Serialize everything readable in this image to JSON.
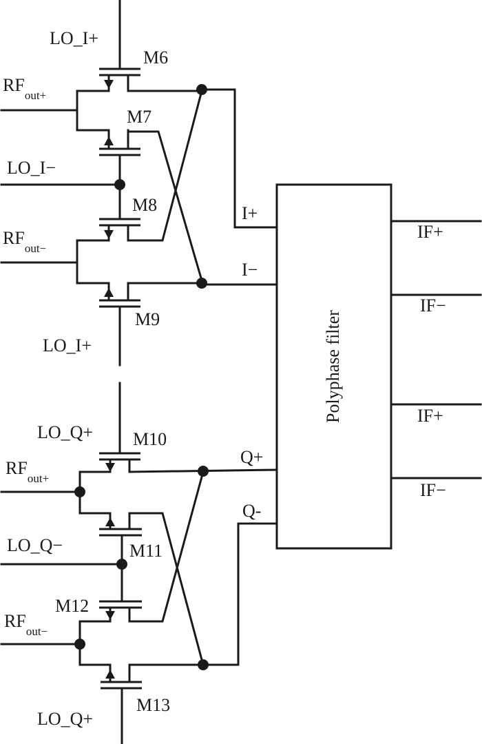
{
  "diagram": {
    "block_label": "Polyphase filter",
    "transistors": [
      "M6",
      "M7",
      "M8",
      "M9",
      "M10",
      "M11",
      "M12",
      "M13"
    ],
    "lo_labels": {
      "i_plus_top": "LO_I+",
      "i_minus": "LO_I−",
      "i_plus_bottom": "LO_I+",
      "q_plus_top": "LO_Q+",
      "q_minus": "LO_Q−",
      "q_plus_bottom": "LO_Q+"
    },
    "rf_labels": [
      {
        "base": "RF",
        "sub": "out+"
      },
      {
        "base": "RF",
        "sub": "out−"
      },
      {
        "base": "RF",
        "sub": "out+"
      },
      {
        "base": "RF",
        "sub": "out−"
      }
    ],
    "filter_inputs": [
      "I+",
      "I−",
      "Q+",
      "Q-"
    ],
    "filter_outputs": [
      "IF+",
      "IF−",
      "IF+",
      "IF−"
    ]
  }
}
